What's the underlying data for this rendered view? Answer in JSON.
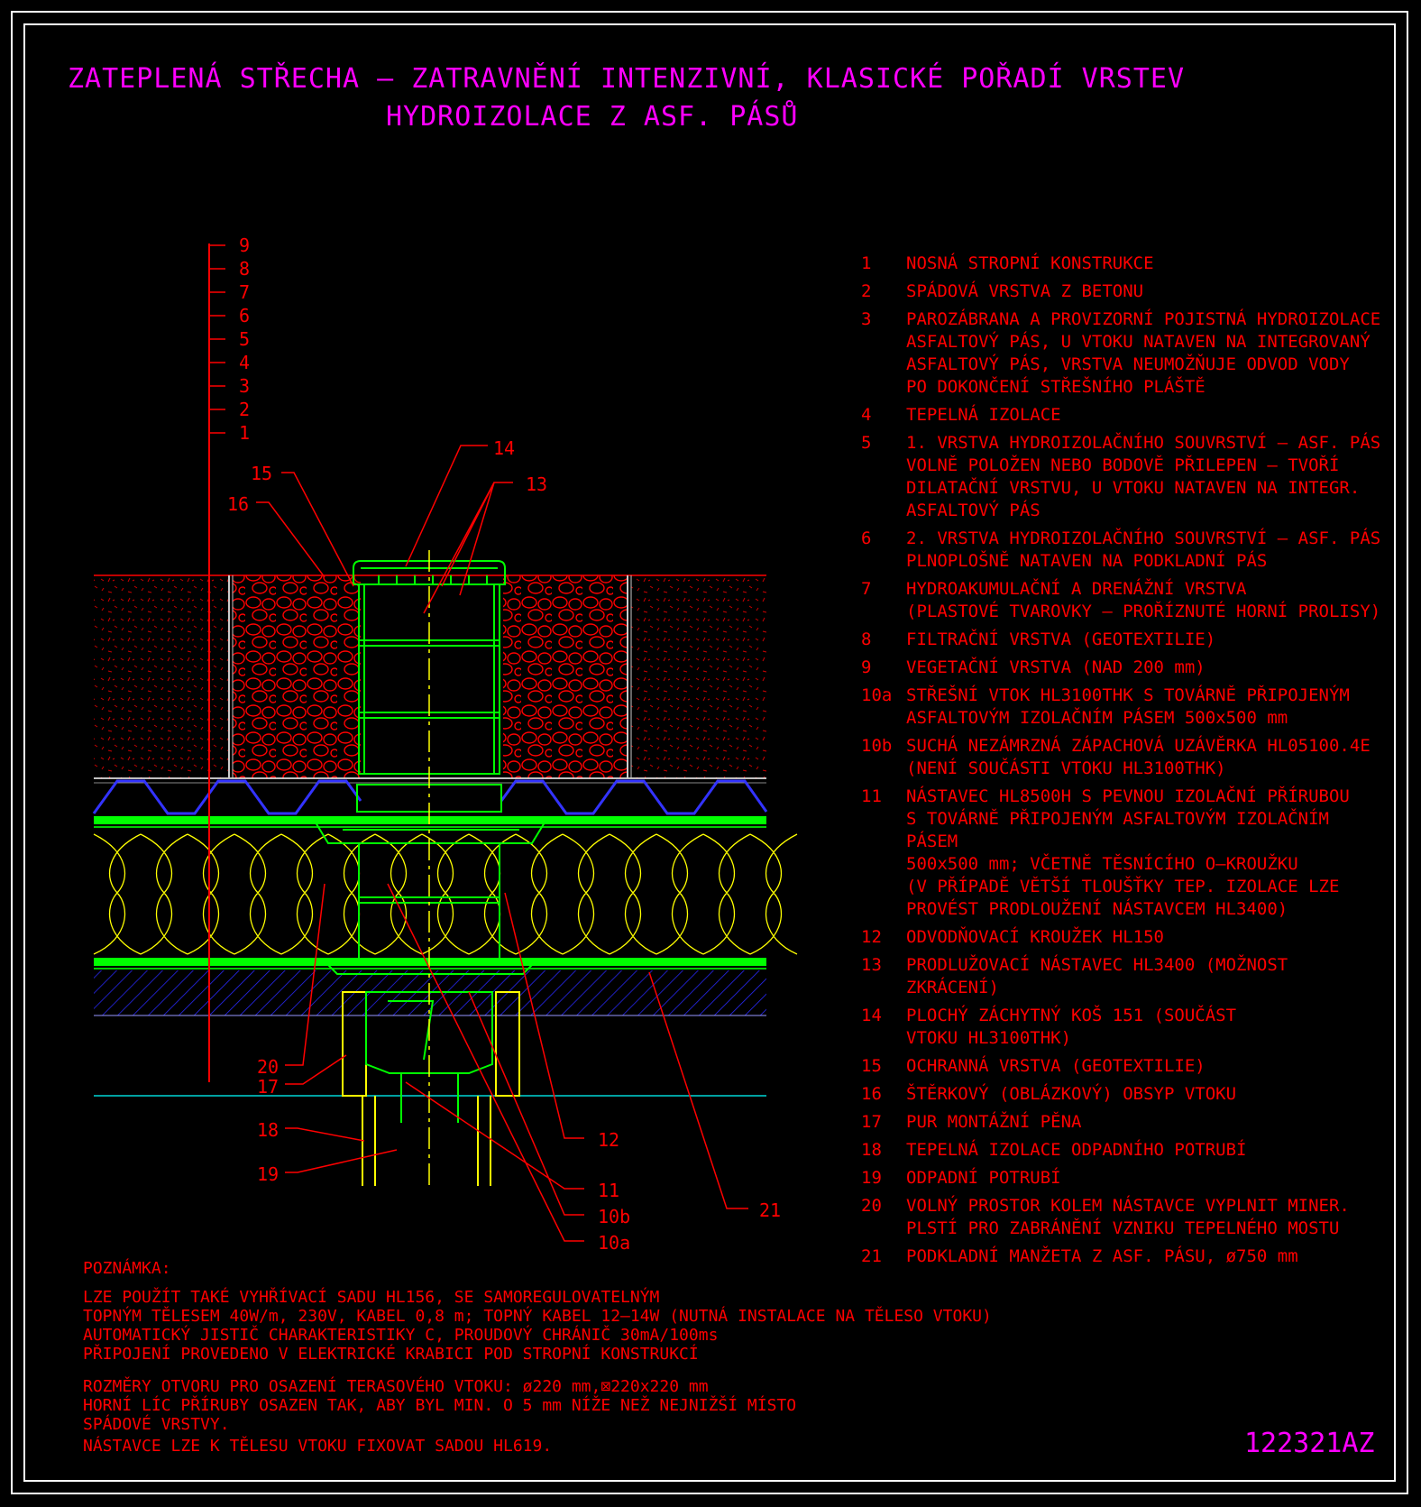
{
  "title": {
    "line1": "ZATEPLENÁ STŘECHA – ZATRAVNĚNÍ INTENZIVNÍ, KLASICKÉ POŘADÍ VRSTEV",
    "line2": "HYDROIZOLACE Z ASF. PÁSŮ"
  },
  "layer_scale": [
    "9",
    "8",
    "7",
    "6",
    "5",
    "4",
    "3",
    "2",
    "1"
  ],
  "callouts": {
    "c14": "14",
    "c13": "13",
    "c15": "15",
    "c16": "16",
    "c20": "20",
    "c17": "17",
    "c18": "18",
    "c19": "19",
    "c12": "12",
    "c11": "11",
    "c10b": "10b",
    "c10a": "10a",
    "c21": "21"
  },
  "legend": [
    {
      "num": "1",
      "text": "NOSNÁ STROPNÍ KONSTRUKCE"
    },
    {
      "num": "2",
      "text": "SPÁDOVÁ VRSTVA Z BETONU"
    },
    {
      "num": "3",
      "text": "PAROZÁBRANA A PROVIZORNÍ POJISTNÁ HYDROIZOLACE\nASFALTOVÝ PÁS, U VTOKU NATAVEN NA INTEGROVANÝ\nASFALTOVÝ PÁS, VRSTVA NEUMOŽŇUJE ODVOD VODY\nPO DOKONČENÍ STŘEŠNÍHO PLÁŠTĚ"
    },
    {
      "num": "4",
      "text": "TEPELNÁ IZOLACE"
    },
    {
      "num": "5",
      "text": "1. VRSTVA HYDROIZOLAČNÍHO SOUVRSTVÍ – ASF. PÁS\nVOLNĚ POLOŽEN NEBO BODOVĚ PŘILEPEN – TVOŘÍ\nDILATAČNÍ VRSTVU, U VTOKU NATAVEN NA INTEGR.\nASFALTOVÝ PÁS"
    },
    {
      "num": "6",
      "text": "2. VRSTVA HYDROIZOLAČNÍHO SOUVRSTVÍ – ASF. PÁS\nPLNOPLOŠNĚ NATAVEN NA PODKLADNÍ PÁS"
    },
    {
      "num": "7",
      "text": "HYDROAKUMULAČNÍ A DRENÁŽNÍ VRSTVA\n(PLASTOVÉ TVAROVKY – PROŘÍZNUTÉ HORNÍ PROLISY)"
    },
    {
      "num": "8",
      "text": "FILTRAČNÍ VRSTVA (GEOTEXTILIE)"
    },
    {
      "num": "9",
      "text": "VEGETAČNÍ VRSTVA (NAD 200 mm)"
    },
    {
      "num": "10a",
      "text": "STŘEŠNÍ VTOK HL3100THK S TOVÁRNĚ PŘIPOJENÝM\nASFALTOVÝM IZOLAČNÍM PÁSEM 500x500 mm"
    },
    {
      "num": "10b",
      "text": "SUCHÁ NEZÁMRZNÁ ZÁPACHOVÁ UZÁVĚRKA HL05100.4E\n(NENÍ SOUČÁSTI VTOKU HL3100THK)"
    },
    {
      "num": "11",
      "text": "NÁSTAVEC HL8500H S PEVNOU IZOLAČNÍ PŘÍRUBOU\nS TOVÁRNĚ PŘIPOJENÝM ASFALTOVÝM IZOLAČNÍM PÁSEM\n500x500 mm; VČETNĚ TĚSNÍCÍHO O–KROUŽKU\n(V PŘÍPADĚ VĚTŠÍ TLOUŠŤKY TEP. IZOLACE LZE\nPROVÉST PRODLOUŽENÍ NÁSTAVCEM HL3400)"
    },
    {
      "num": "12",
      "text": "ODVODŇOVACÍ KROUŽEK HL150"
    },
    {
      "num": "13",
      "text": "PRODLUŽOVACÍ NÁSTAVEC HL3400 (MOŽNOST ZKRÁCENÍ)"
    },
    {
      "num": "14",
      "text": "PLOCHÝ ZÁCHYTNÝ KOŠ 151 (SOUČÁST\nVTOKU HL3100THK)"
    },
    {
      "num": "15",
      "text": "OCHRANNÁ VRSTVA (GEOTEXTILIE)"
    },
    {
      "num": "16",
      "text": "ŠTĚRKOVÝ (OBLÁZKOVÝ) OBSYP VTOKU"
    },
    {
      "num": "17",
      "text": "PUR MONTÁŽNÍ PĚNA"
    },
    {
      "num": "18",
      "text": "TEPELNÁ IZOLACE ODPADNÍHO POTRUBÍ"
    },
    {
      "num": "19",
      "text": "ODPADNÍ POTRUBÍ"
    },
    {
      "num": "20",
      "text": "VOLNÝ PROSTOR KOLEM NÁSTAVCE VYPLNIT MINER.\nPLSTÍ PRO ZABRÁNĚNÍ VZNIKU TEPELNÉHO MOSTU"
    },
    {
      "num": "21",
      "text": "PODKLADNÍ MANŽETA Z ASF. PÁSU, ø750 mm"
    }
  ],
  "note": {
    "heading": "POZNÁMKA:",
    "p1": "LZE POUŽÍT TAKÉ VYHŘÍVACÍ SADU HL156, SE SAMOREGULOVATELNÝM\nTOPNÝM TĚLESEM 40W/m, 230V, KABEL 0,8 m; TOPNÝ KABEL 12–14W (NUTNÁ INSTALACE NA TĚLESO VTOKU)\nAUTOMATICKÝ JISTIČ CHARAKTERISTIKY C, PROUDOVÝ CHRÁNIČ 30mA/100ms\nPŘIPOJENÍ PROVEDENO V ELEKTRICKÉ KRABICI POD STROPNÍ KONSTRUKCÍ",
    "p2": "ROZMĚRY OTVORU PRO OSAZENÍ TERASOVÉHO VTOKU: ø220 mm,⊠220x220 mm\nHORNÍ LÍC PŘÍRUBY OSAZEN TAK, ABY BYL MIN. O 5 mm NÍŽE NEŽ NEJNIŽŠÍ MÍSTO\nSPÁDOVÉ VRSTVY.",
    "p3": "NÁSTAVCE LZE K TĚLESU VTOKU FIXOVAT SADOU HL619."
  },
  "drawing_code": "122321AZ",
  "colors": {
    "background": "#000000",
    "title": "#ff00ff",
    "text": "#ff0000",
    "concrete": "#ff0000",
    "drain": "#00ff00",
    "insulation": "#ffff00",
    "drainage_board": "#0000ff",
    "slab_hatch": "#0000ff"
  }
}
